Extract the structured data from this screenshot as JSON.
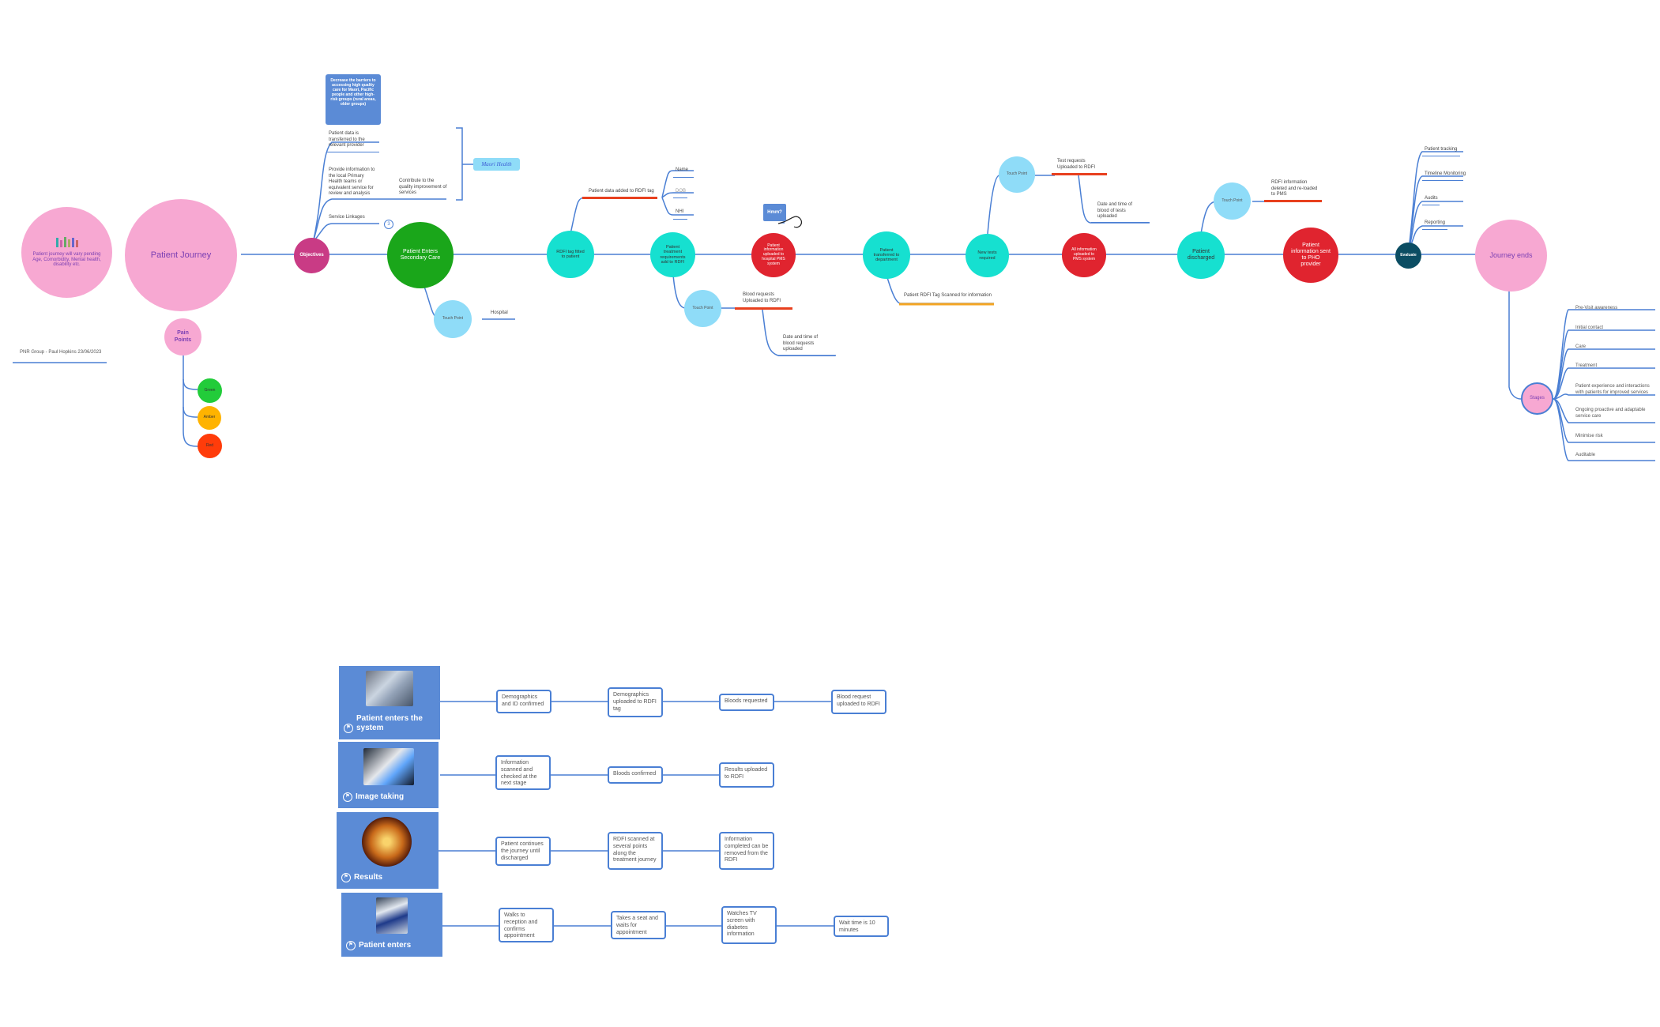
{
  "colors": {
    "pink": "#f7a8d2",
    "purple_text": "#7b3fb3",
    "green": "#1aa61a",
    "teal": "#16e0d0",
    "red": "#e0242f",
    "light_blue": "#8fdcf8",
    "line": "#4a7fd4",
    "card_blue": "#5b8bd6",
    "dark_teal": "#0b4d63",
    "orange": "#f5a623",
    "magenta": "#c93b85"
  },
  "intro": {
    "note": "Patient journey will vary pending Age, Comorbidity, Mental health, disability etc.",
    "author": "PNR Group - Paul Hopkins 23/06/2023"
  },
  "main": {
    "patient_journey": "Patient Journey",
    "objectives": "Objectives",
    "objective_goal": "Decrease the barriers to accessing high quality care for Maori, Pacific people and other high-risk groups (rural areas, older groups)",
    "obj_items": [
      "Patient data is transferred to the relevant provider",
      "Provide information to the local Primary Health teams or equivalent service for review and analysis",
      "Service Linkages"
    ],
    "contribute": "Contribute to the quality improvement of services",
    "maori_health": "Maori Health",
    "badge": "3",
    "enters_secondary": "Patient Enters Secondary Care",
    "touch_point_1": "Touch Point",
    "hospital": "Hospital",
    "rdfi_tag": "RDFI tag fitted to patient",
    "patient_data_added": "Patient data added to RDFI tag",
    "tag_fields": [
      "Name",
      "DOB",
      "NHI"
    ],
    "treatment_reqs": "Patient treatment requirements add to RDFI",
    "touch_point_2": "Touch Point",
    "blood_requests": "Blood requests Uploaded to RDFI",
    "blood_date": "Date and time of blood requests uploaded",
    "hmm": "Hmm?",
    "info_uploaded": "Patient information uploaded to hospital PMS system",
    "transferred": "Patient transferred to department",
    "rdfi_scanned": "Patient RDFI Tag Scanned for information",
    "new_tests": "New tests required",
    "touch_point_3": "Touch Point",
    "test_requests": "Test requests Uploaded to RDFI",
    "test_date": "Date and time of blood of tests uploaded",
    "all_info": "All information uploaded to PMS system",
    "discharged": "Patient discharged",
    "touch_point_4": "Touch Point",
    "rdfi_info_deleted": "RDFI information deleted and re-loaded to PMS",
    "info_sent": "Patient information sent to PHO provider",
    "evaluate": "Evaluate",
    "evaluate_items": [
      "Patient tracking",
      "Timeline Monitoring",
      "Audits",
      "Reporting"
    ],
    "journey_ends": "Journey ends",
    "stages": "Stages",
    "stage_items": [
      "Pre-Visit awareness",
      "Initial contact",
      "Care",
      "Treatment",
      "Patient experience and interactions with patients for improved services",
      "Ongoing proactive and adaptable service care",
      "Minimise risk",
      "Auditable"
    ]
  },
  "pain_points": {
    "label": "Pain Points",
    "items": [
      "Green",
      "Amber",
      "Red"
    ],
    "colors": [
      "#22cc3a",
      "#ffb300",
      "#ff3c0a"
    ]
  },
  "flows": [
    {
      "title": "Patient enters the system",
      "steps": [
        "Demographics and ID confirmed",
        "Demographics uploaded to RDFI tag",
        "Bloods requested",
        "Blood request uploaded to RDFI"
      ]
    },
    {
      "title": "Image taking",
      "steps": [
        "Information scanned and checked at the next stage",
        "Bloods confirmed",
        "Results uploaded to RDFI"
      ]
    },
    {
      "title": "Results",
      "steps": [
        "Patient continues the journey until discharged",
        "RDFI scanned at several points along the treatment journey",
        "Information completed can be removed from the RDFI"
      ]
    },
    {
      "title": "Patient enters",
      "steps": [
        "Walks to reception and confirms appointment",
        "Takes a seat and waits for appointment",
        "Watches TV screen with diabetes information",
        "Wait time is 10 minutes"
      ]
    }
  ]
}
